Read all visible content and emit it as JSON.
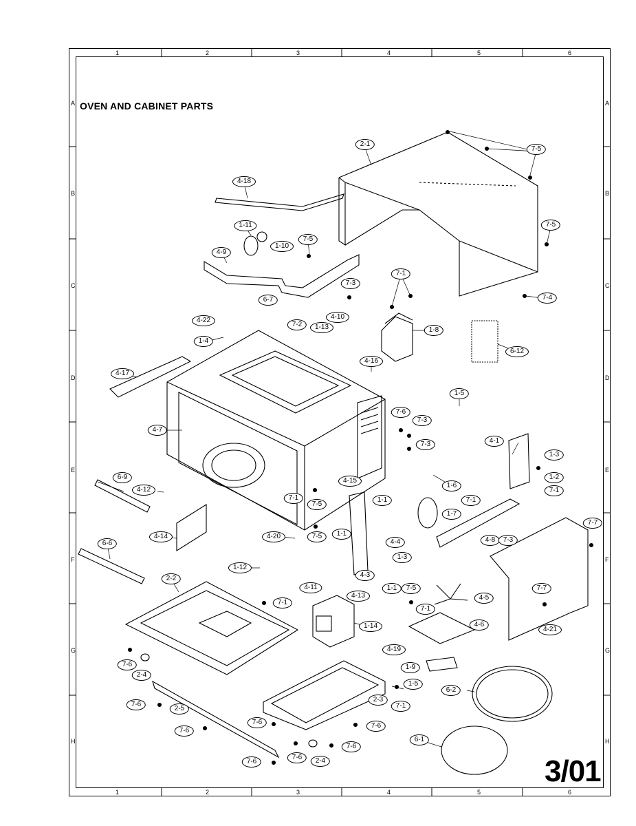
{
  "title": "OVEN AND CABINET PARTS",
  "page_number": "3/01",
  "grid": {
    "columns": [
      "1",
      "2",
      "3",
      "4",
      "5",
      "6"
    ],
    "rows": [
      "A",
      "B",
      "C",
      "D",
      "E",
      "F",
      "G",
      "H"
    ]
  },
  "part_labels": [
    "2-1",
    "7-5",
    "4-18",
    "7-5",
    "1-11",
    "1-10",
    "7-5",
    "4-9",
    "7-3",
    "7-1",
    "6-7",
    "7-4",
    "4-22",
    "7-2",
    "1-13",
    "4-10",
    "1-8",
    "6-12",
    "1-4",
    "4-16",
    "4-17",
    "1-5",
    "7-6",
    "7-3",
    "4-7",
    "7-3",
    "4-1",
    "1-3",
    "1-2",
    "7-1",
    "6-9",
    "4-12",
    "4-15",
    "1-6",
    "7-1",
    "7-5",
    "1-1",
    "7-1",
    "1-7",
    "7-5",
    "4-14",
    "4-20",
    "1-1",
    "4-4",
    "4-8",
    "7-3",
    "7-7",
    "6-6",
    "1-3",
    "4-3",
    "1-12",
    "4-11",
    "1-1",
    "7-5",
    "4-13",
    "4-5",
    "7-7",
    "2-2",
    "7-1",
    "7-1",
    "1-14",
    "4-6",
    "4-21",
    "4-19",
    "7-6",
    "2-4",
    "1-9",
    "1-5",
    "6-2",
    "7-6",
    "2-3",
    "7-1",
    "2-5",
    "7-6",
    "7-6",
    "7-6",
    "6-1",
    "7-6",
    "7-6",
    "7-6",
    "2-4"
  ]
}
